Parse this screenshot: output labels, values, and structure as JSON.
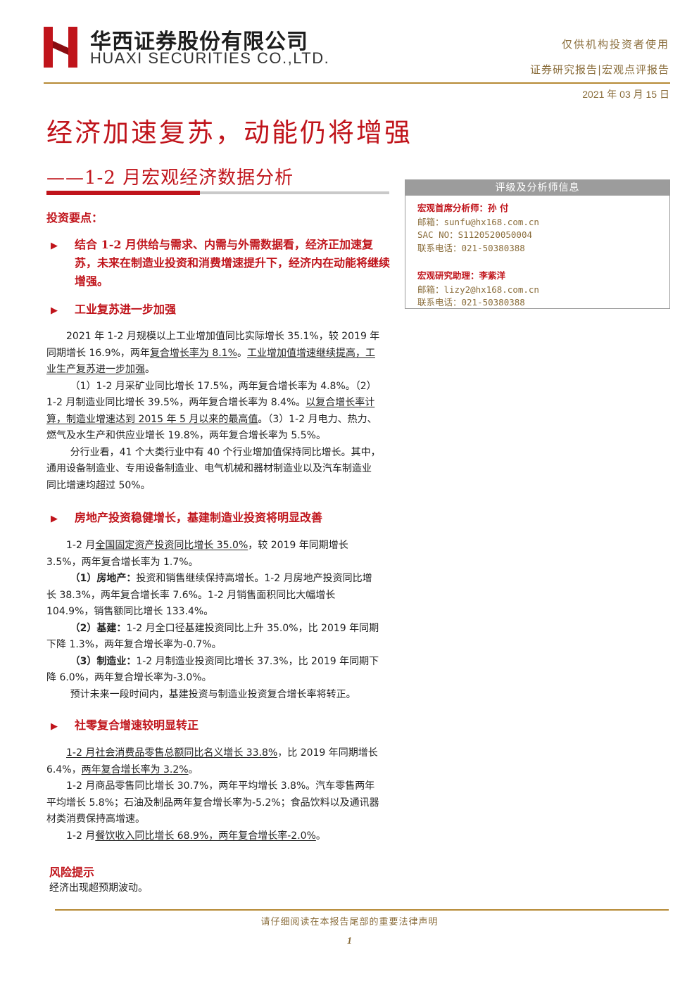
{
  "header": {
    "company_cn": "华西证券股份有限公司",
    "company_en": "HUAXI SECURITIES CO.,LTD.",
    "audience": "仅供机构投资者使用",
    "report_type": "证券研究报告|宏观点评报告",
    "date": "2021 年 03 月 15 日"
  },
  "title": "经济加速复苏，动能仍将增强",
  "subtitle": "——1-2 月宏观经济数据分析",
  "key_points_label": "投资要点：",
  "highlights": {
    "h1": "结合 1-2 月供给与需求、内需与外需数据看，经济正加速复苏，未来在制造业投资和消费增速提升下，经济内在动能将继续增强。",
    "h2": "工业复苏进一步加强",
    "h3": "房地产投资稳健增长，基建制造业投资将明显改善",
    "h4": "社零复合增速较明显转正"
  },
  "industry": {
    "p1a": "2021 年 1-2 月规模以上工业增加值同比实际增长 35.1%，较 2019 年同期增长 16.9%，两年",
    "p1b": "复合增长率为 8.1%",
    "p1c": "。",
    "p1d": "工业增加值增速继续提高，工业生产复苏进一步加强",
    "p1e": "。",
    "p2a": "（1）1-2 月采矿业同比增长 17.5%，两年复合增长率为 4.8%。（2）1-2 月制造业同比增长 39.5%，两年复合增长率为 8.4%。",
    "p2b": "以复合增长率计算，制造业增速达到 2015 年 5 月以来的最高值",
    "p2c": "。（3）1-2 月电力、热力、燃气及水生产和供应业增长 19.8%，两年复合增长率为 5.5%。",
    "p3": "分行业看，41 个大类行业中有 40 个行业增加值保持同比增长。其中，通用设备制造业、专用设备制造业、电气机械和器材制造业以及汽车制造业同比增速均超过 50%。"
  },
  "investment": {
    "p1a": "1-2 月",
    "p1b": "全国固定资产投资同比增长 35.0%",
    "p1c": "，较 2019 年同期增长 3.5%，两年复合增长率为 1.7%。",
    "p2_label": "（1）房地产：",
    "p2": "投资和销售继续保持高增长。1-2 月房地产投资同比增长 38.3%，两年复合增长率 7.6%。1-2 月销售面积同比大幅增长 104.9%，销售额同比增长 133.4%。",
    "p3_label": "（2）基建：",
    "p3": "1-2 月全口径基建投资同比上升 35.0%，比 2019 年同期下降 1.3%，两年复合增长率为-0.7%。",
    "p4_label": "（3）制造业：",
    "p4": "1-2 月制造业投资同比增长 37.3%，比 2019 年同期下降 6.0%，两年复合增长率为-3.0%。",
    "p5": "预计未来一段时间内，基建投资与制造业投资复合增长率将转正。"
  },
  "retail": {
    "p1a": "1-2 月社会消费品零售总额同比名义增长 33.8%",
    "p1b": "，比 2019 年同期增长 6.4%，",
    "p1c": "两年复合增长率为 3.2%",
    "p1d": "。",
    "p2": "1-2 月商品零售同比增长 30.7%，两年平均增长 3.8%。汽车零售两年平均增长 5.8%；石油及制品两年复合增长率为-5.2%；食品饮料以及通讯器材类消费保持高增速。",
    "p3a": "1-2 月",
    "p3b": "餐饮收入同比增长 68.9%，两年复合增长率-2.0%",
    "p3c": "。"
  },
  "sidebar": {
    "header": "评级及分析师信息",
    "a1_title": "宏观首席分析师：孙 付",
    "a1_email": "邮箱：sunfu@hx168.com.cn",
    "a1_sac": "SAC NO：S1120520050004",
    "a1_phone": "联系电话：021-50380388",
    "a2_title": "宏观研究助理：李紫洋",
    "a2_email": "邮箱：lizy2@hx168.com.cn",
    "a2_phone": "联系电话：021-50380388"
  },
  "risk": {
    "title": "风险提示",
    "text": "经济出现超预期波动。"
  },
  "footer": {
    "notice": "请仔细阅读在本报告尾部的重要法律声明",
    "page": "1"
  },
  "colors": {
    "accent_red": "#c0141b",
    "gold": "#b68a35",
    "gray": "#9c9c9c"
  }
}
